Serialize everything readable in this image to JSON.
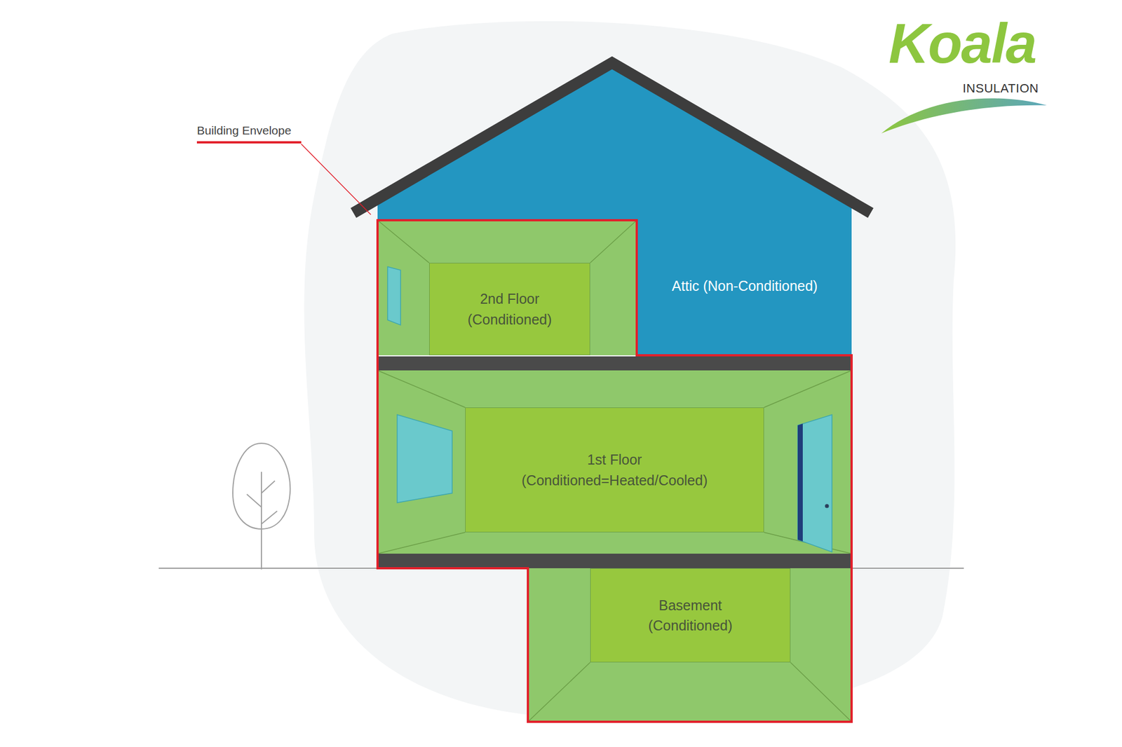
{
  "diagram": {
    "nodes": [
      {
        "text": [
          "2nd Floor (Conditioned)"
        ]
      },
      {
        "text": [
          "Attic (Non-Conditioned)"
        ]
      },
      {
        "text": [
          "1st Floor (Conditioned=Heated/Cooled)"
        ]
      },
      {
        "text": [
          "Basement (Conditioned)"
        ]
      }
    ],
    "labels": [
      "Koala",
      "INSULATION",
      "Building Envelope"
    ]
  }
}
